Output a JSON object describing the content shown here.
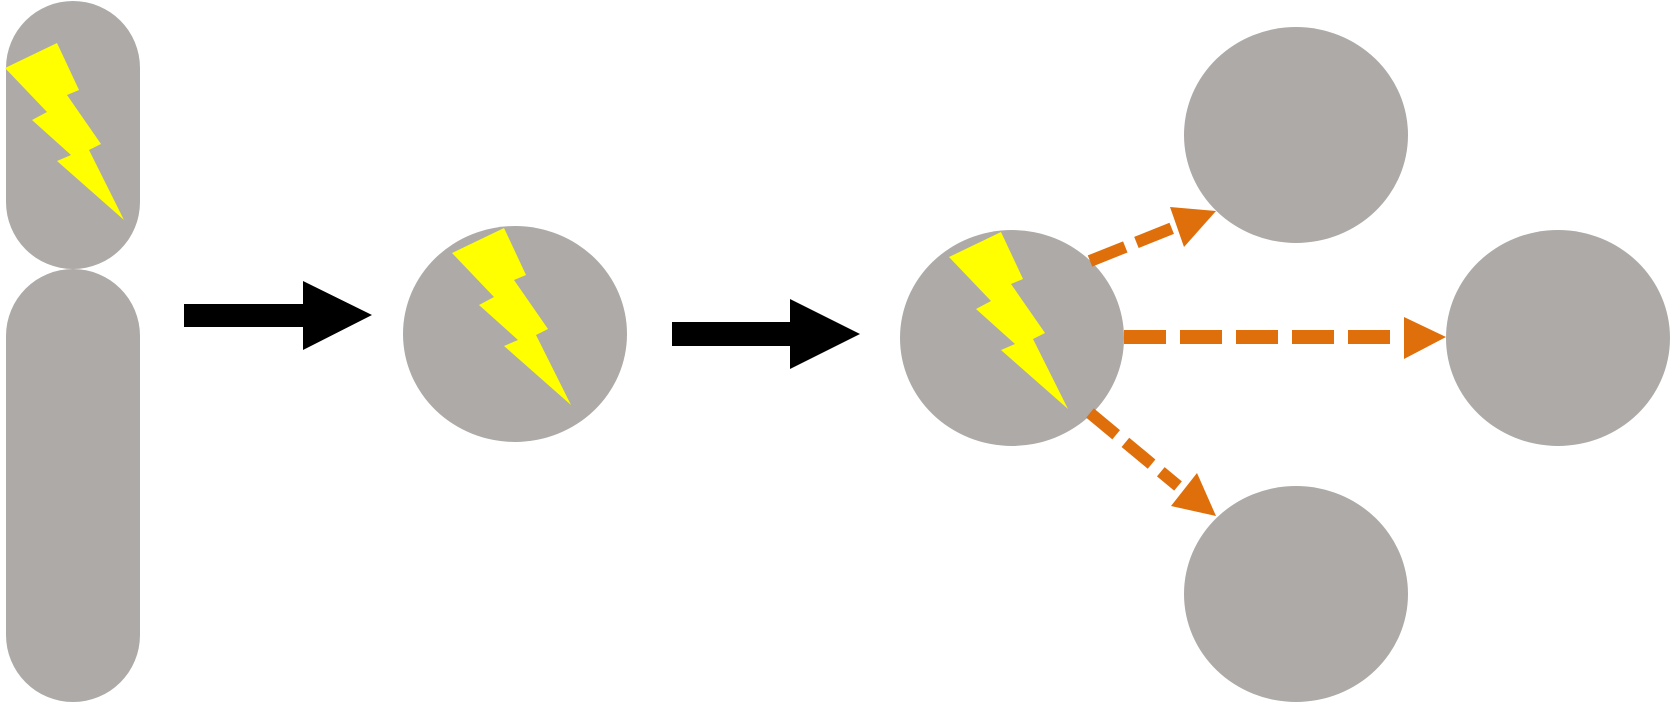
{
  "diagram": {
    "colors": {
      "background": "#ffffff",
      "shape_fill": "#aeaaa8",
      "lightning_fill": "#ffff00",
      "transition_arrow": "#000000",
      "spread_arrow": "#de6f0b"
    },
    "icons": {
      "damage_marker": "lightning-bolt-icon"
    },
    "stages": [
      {
        "name": "elongated-cell-stage",
        "shapes": [
          "capsule-segment-top",
          "capsule-segment-bottom"
        ],
        "marked": true
      },
      {
        "name": "round-cell-stage",
        "shapes": [
          "round-cell"
        ],
        "marked": true
      },
      {
        "name": "source-cell-stage",
        "shapes": [
          "source-cell"
        ],
        "marked": true
      },
      {
        "name": "target-cells-stage",
        "shapes": [
          "target-cell-top",
          "target-cell-middle",
          "target-cell-bottom"
        ],
        "marked": false
      }
    ],
    "connections": [
      {
        "from": "elongated-cell-stage",
        "to": "round-cell-stage",
        "style": "solid"
      },
      {
        "from": "round-cell-stage",
        "to": "source-cell-stage",
        "style": "solid"
      },
      {
        "from": "source-cell",
        "to": "target-cell-top",
        "style": "dashed"
      },
      {
        "from": "source-cell",
        "to": "target-cell-middle",
        "style": "dashed"
      },
      {
        "from": "source-cell",
        "to": "target-cell-bottom",
        "style": "dashed"
      }
    ]
  }
}
